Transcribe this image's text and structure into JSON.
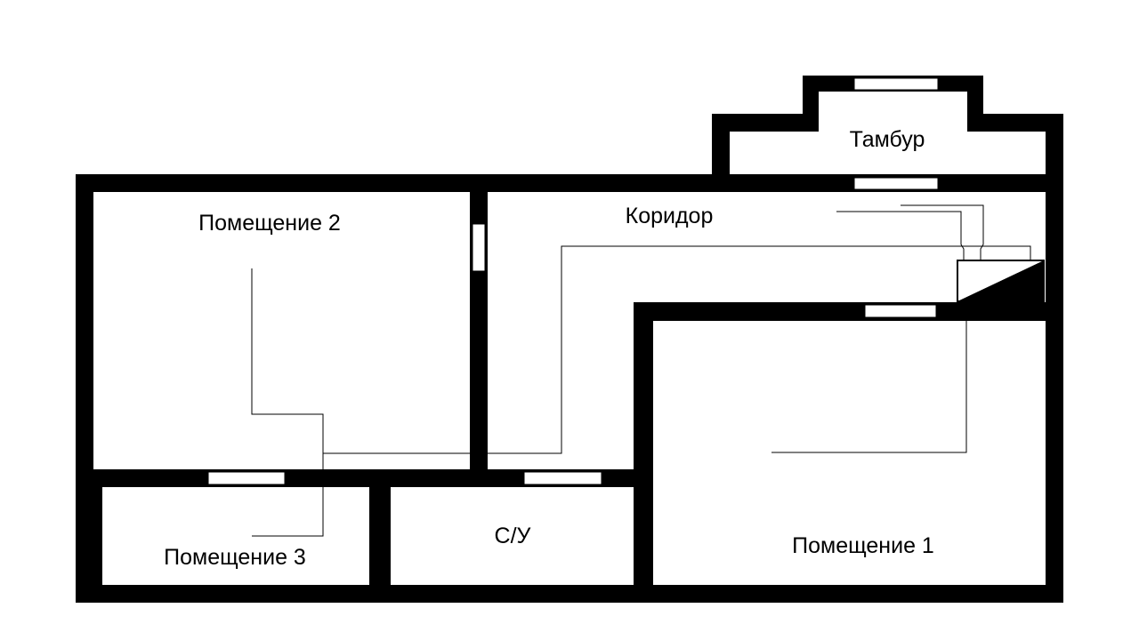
{
  "rooms": {
    "tambur": "Тамбур",
    "corridor": "Коридор",
    "room1": "Помещение 1",
    "room2": "Помещение 2",
    "room3": "Помещение 3",
    "wc": "С/У"
  },
  "colors": {
    "wall": "#000000",
    "background": "#ffffff",
    "line": "#000000"
  },
  "icons": {
    "unit": "ventilation-unit-icon"
  }
}
